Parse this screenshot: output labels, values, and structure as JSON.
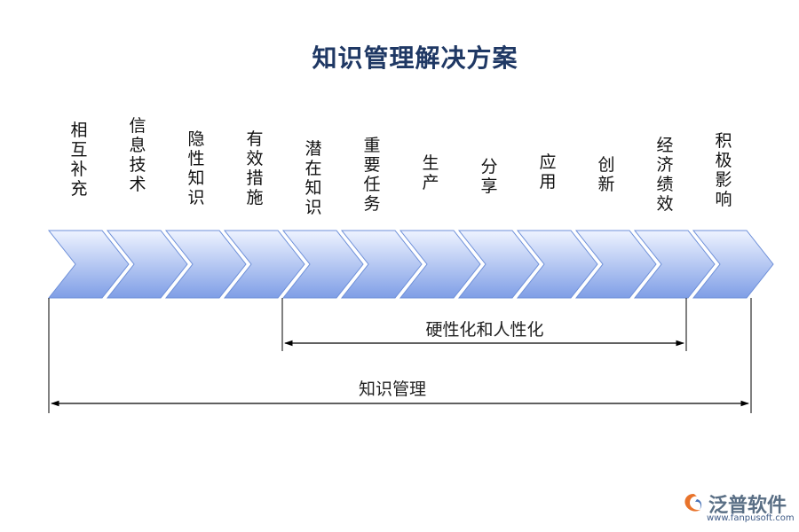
{
  "title": "知识管理解决方案",
  "stages": [
    "相互补充",
    "信息技术",
    "隐性知识",
    "有效措施",
    "潜在知识",
    "重要任务",
    "生产",
    "分享",
    "应用",
    "创新",
    "经济绩效",
    "积极影响"
  ],
  "spans": [
    {
      "label": "硬性化和人性化",
      "from_stage": 5,
      "to_stage": 11
    },
    {
      "label": "知识管理",
      "from_stage": 1,
      "to_stage": 12
    }
  ],
  "logo": {
    "name": "泛普软件",
    "url": "www.fanpusoft.com"
  },
  "colors": {
    "title": "#1f3864",
    "chevron_light": "#eef3ff",
    "chevron_dark": "#7f9ee6",
    "chevron_stroke": "#6d8fd8"
  }
}
